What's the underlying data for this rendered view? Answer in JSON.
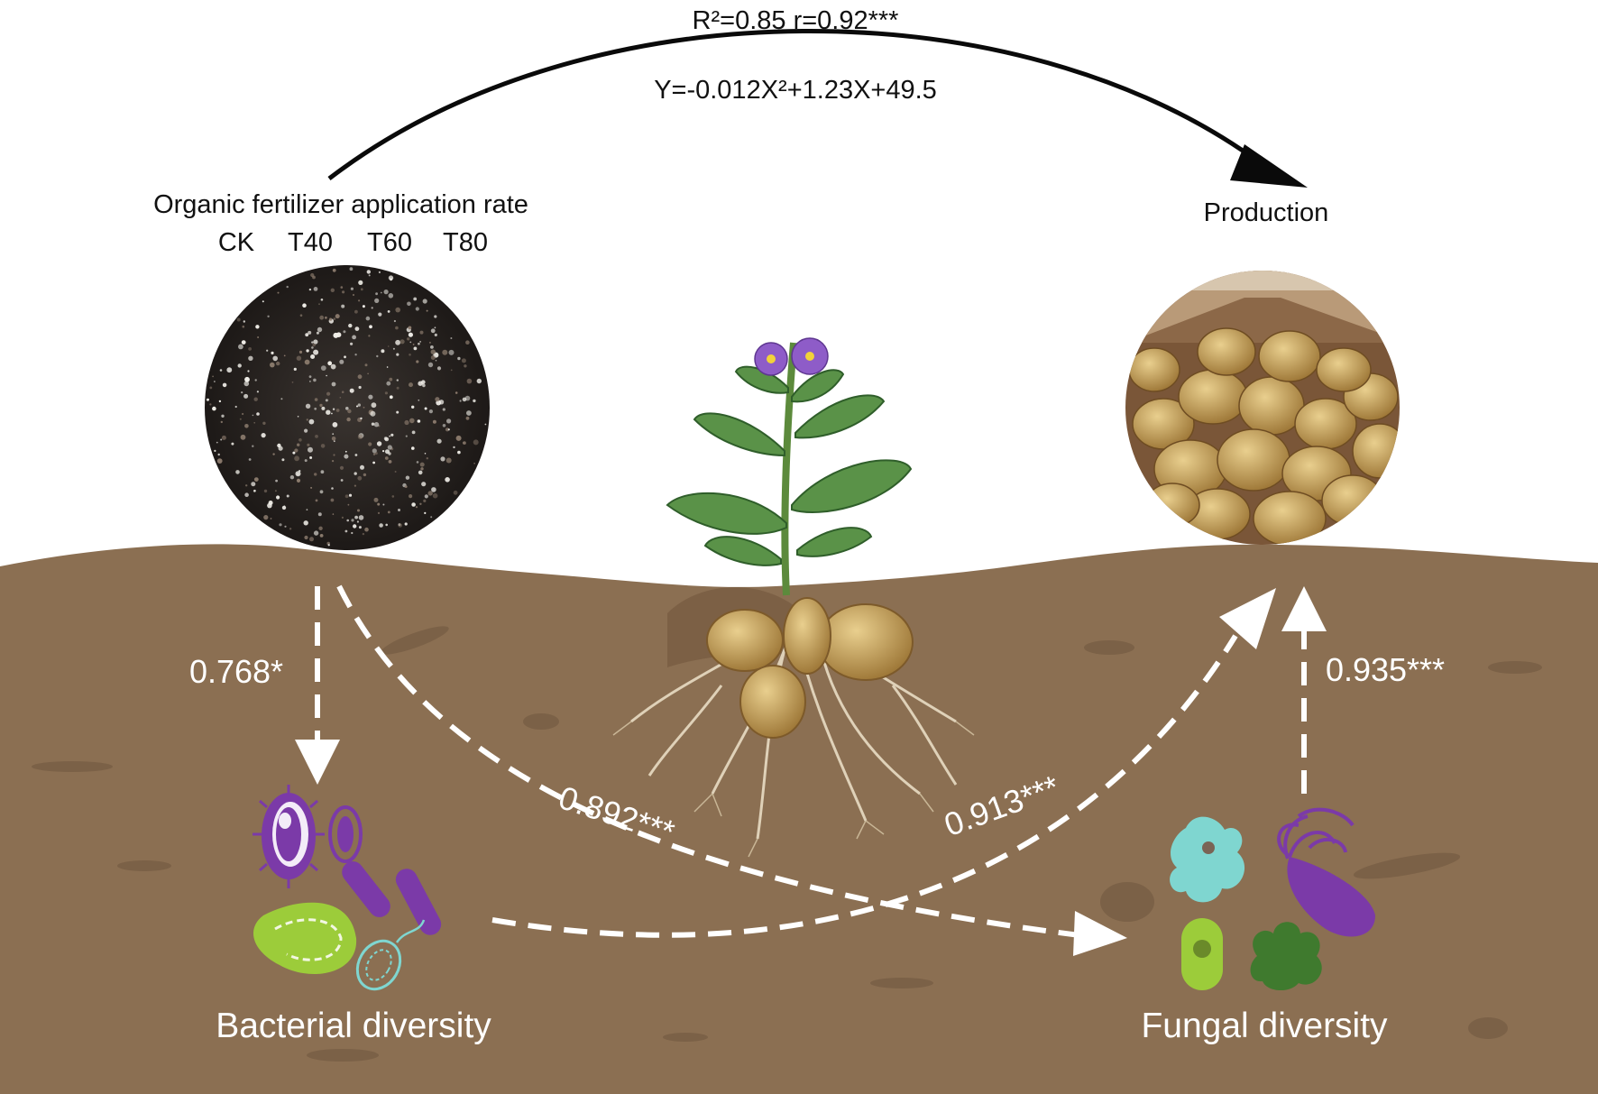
{
  "top_arrow": {
    "stats": "R²=0.85    r=0.92***",
    "equation": "Y=-0.012X²+1.23X+49.5"
  },
  "fertilizer": {
    "label": "Organic fertilizer application rate",
    "treatments": [
      "CK",
      "T40",
      "T60",
      "T80"
    ]
  },
  "production": {
    "label": "Production"
  },
  "paths": {
    "fertilizer_to_bacteria": "0.768*",
    "fertilizer_to_fungi": "0.892***",
    "bacteria_to_production": "0.913***",
    "fungi_to_production": "0.935***"
  },
  "bacterial": {
    "label": "Bacterial diversity"
  },
  "fungal": {
    "label": "Fungal diversity"
  },
  "colors": {
    "soil": "#8b6f52",
    "soil_dark": "#7a5f45",
    "arrow_dark": "#0a0a0a",
    "arrow_light": "#ffffff",
    "purple": "#7b3aa8",
    "lime": "#9ccc3a",
    "cyan": "#7fd6d0",
    "dark_green": "#3f7a2e",
    "potato": "#c9a55a",
    "leaf": "#4f8a45",
    "flower": "#8e5cc8"
  },
  "icons": [
    "fertilizer-granules-icon",
    "potato-pile-icon",
    "potato-plant-icon",
    "bacteria-icon",
    "fungi-icon"
  ]
}
